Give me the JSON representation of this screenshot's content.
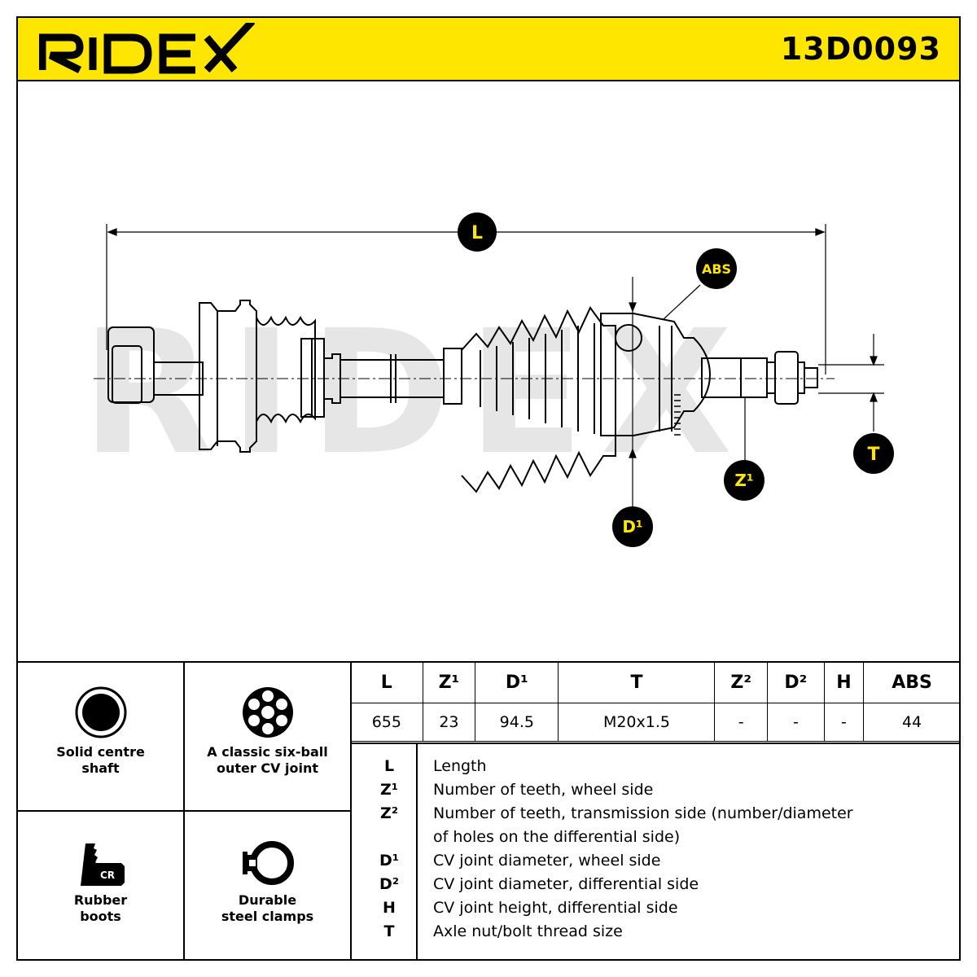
{
  "brand": "RIDEX",
  "part_number": "13D0093",
  "diagram_labels": {
    "length": "L",
    "abs": "ABS",
    "thread": "T",
    "teeth_wheel": "Z¹",
    "joint_diameter_wheel": "D¹"
  },
  "watermark": "RIDEX",
  "features": [
    {
      "icon": "solid-shaft-icon",
      "label_line1": "Solid centre",
      "label_line2": "shaft"
    },
    {
      "icon": "six-ball-joint-icon",
      "label_line1": "A classic six-ball",
      "label_line2": "outer CV joint"
    },
    {
      "icon": "rubber-boot-cr-icon",
      "icon_text": "CR",
      "label_line1": "Rubber",
      "label_line2": "boots"
    },
    {
      "icon": "steel-clamp-icon",
      "label_line1": "Durable",
      "label_line2": "steel clamps"
    }
  ],
  "specs": {
    "headers": [
      "L",
      "Z¹",
      "D¹",
      "T",
      "Z²",
      "D²",
      "H",
      "ABS"
    ],
    "values": [
      "655",
      "23",
      "94.5",
      "M20x1.5",
      "-",
      "-",
      "-",
      "44"
    ]
  },
  "legend": [
    {
      "key": "L",
      "text": "Length"
    },
    {
      "key": "Z¹",
      "text": "Number of teeth, wheel side"
    },
    {
      "key": "Z²",
      "text": "Number of teeth, transmission side (number/diameter"
    },
    {
      "key": "",
      "text": "of holes on the differential side)"
    },
    {
      "key": "D¹",
      "text": "CV joint diameter, wheel side"
    },
    {
      "key": "D²",
      "text": "CV joint diameter, differential side"
    },
    {
      "key": "H",
      "text": "CV joint height, differential side"
    },
    {
      "key": "T",
      "text": "Axle nut/bolt thread size"
    }
  ],
  "colors": {
    "accent": "#ffe600",
    "ink": "#000000",
    "watermark": "#e6e6e6"
  }
}
